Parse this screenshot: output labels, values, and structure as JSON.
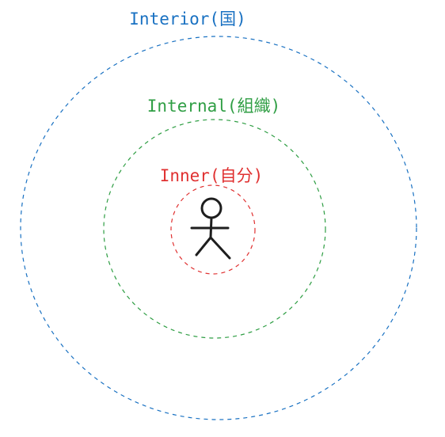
{
  "rings": {
    "interior": {
      "label": "Interior(国)",
      "color": "#1971c2"
    },
    "internal": {
      "label": "Internal(組織)",
      "color": "#2f9e44"
    },
    "inner": {
      "label": "Inner(自分)",
      "color": "#e03131"
    }
  },
  "center_figure": {
    "icon": "stick-figure-person-icon",
    "color": "#1e1e1e"
  }
}
